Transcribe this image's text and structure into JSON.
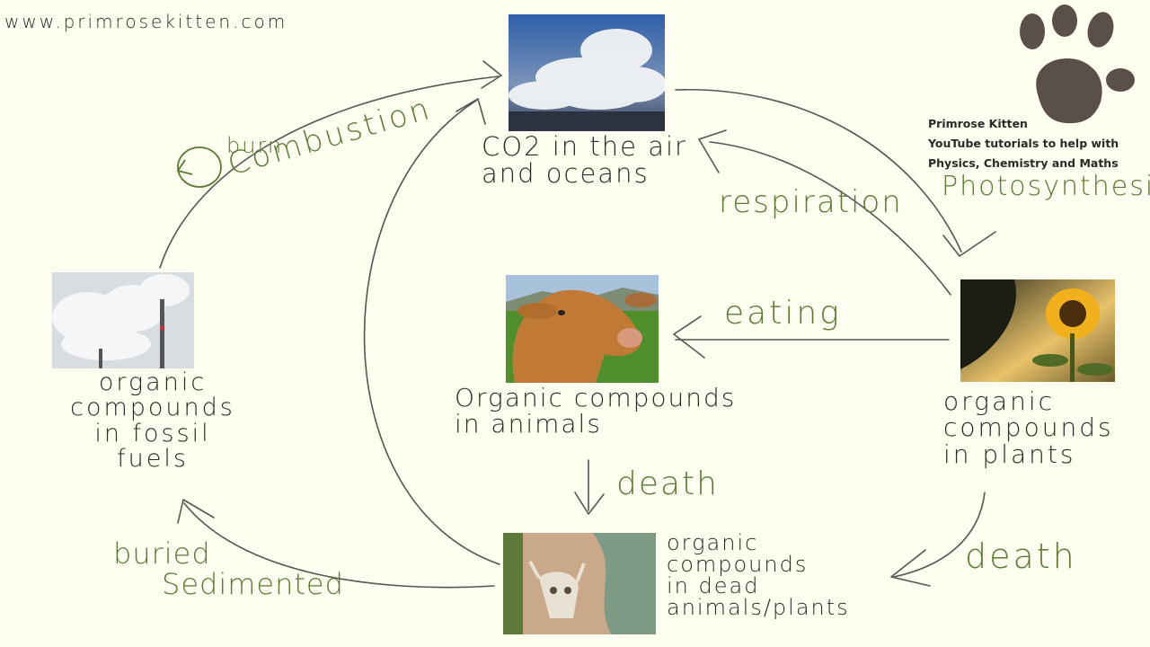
{
  "website": "www.primrosekitten.com",
  "branding": {
    "name": "Primrose Kitten",
    "tagline_1": "YouTube tutorials to help with",
    "tagline_2": "Physics, Chemistry and Maths",
    "logo_icon": "paw-print-icon",
    "logo_color": "#5a5049"
  },
  "nodes": {
    "atmosphere": "CO2 in the air\nand oceans",
    "fossil_fuels": "organic\ncompounds\nin fossil\nfuels",
    "animals": "Organic compounds\nin animals",
    "plants": "organic\ncompounds\nin plants",
    "dead": "organic\ncompounds\nin dead\nanimals/plants"
  },
  "processes": {
    "burn": "burn",
    "combustion": "Combustion",
    "respiration": "respiration",
    "photosynthesis": "Photosynthesis",
    "eating": "eating",
    "death_animals": "death",
    "death_plants": "death",
    "buried": "buried",
    "sedimented": "Sedimented"
  },
  "colors": {
    "process_label": "#5b7a33",
    "ink": "#2a2a2a",
    "background": "#fdfdf0"
  }
}
